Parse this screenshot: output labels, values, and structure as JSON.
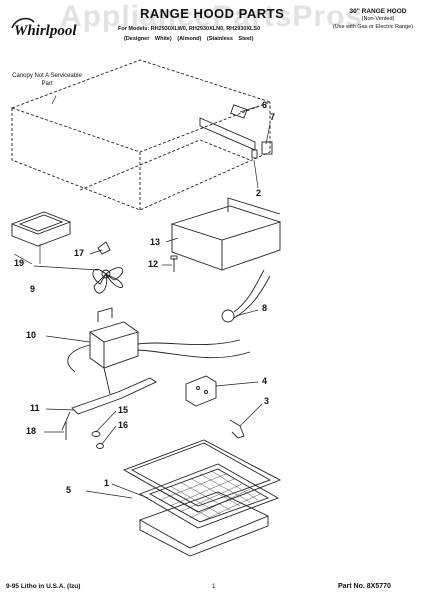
{
  "header": {
    "brand": "Whirlpool",
    "title": "RANGE HOOD PARTS",
    "subtitle": "For Models: RH2930XLW0, RH2930XLN0, RH2930XLS0",
    "color_labels": [
      "(Designer White)",
      "(Almond)",
      "(Stainless Steel)"
    ],
    "product": "30\" RANGE HOOD",
    "product_type": "(Non-Vented)",
    "usage": "(Use with Gas or Electric Range)",
    "watermark": "AppliancePartsPros"
  },
  "callouts": {
    "canopy_note": "Canopy Not A Serviceable Part"
  },
  "parts": [
    {
      "id": "p1",
      "label": "1"
    },
    {
      "id": "p2",
      "label": "2"
    },
    {
      "id": "p3",
      "label": "3"
    },
    {
      "id": "p4",
      "label": "4"
    },
    {
      "id": "p5",
      "label": "5"
    },
    {
      "id": "p6",
      "label": "6"
    },
    {
      "id": "p7",
      "label": "7"
    },
    {
      "id": "p8",
      "label": "8"
    },
    {
      "id": "p9",
      "label": "9"
    },
    {
      "id": "p10",
      "label": "10"
    },
    {
      "id": "p11",
      "label": "11"
    },
    {
      "id": "p12",
      "label": "12"
    },
    {
      "id": "p13",
      "label": "13"
    },
    {
      "id": "p15",
      "label": "15"
    },
    {
      "id": "p16",
      "label": "16"
    },
    {
      "id": "p17",
      "label": "17"
    },
    {
      "id": "p18",
      "label": "18"
    },
    {
      "id": "p19",
      "label": "19"
    }
  ],
  "footer": {
    "litho": "9-95 Litho in U.S.A. (Izu)",
    "page": "1",
    "part_no": "Part No. 8X5770"
  }
}
